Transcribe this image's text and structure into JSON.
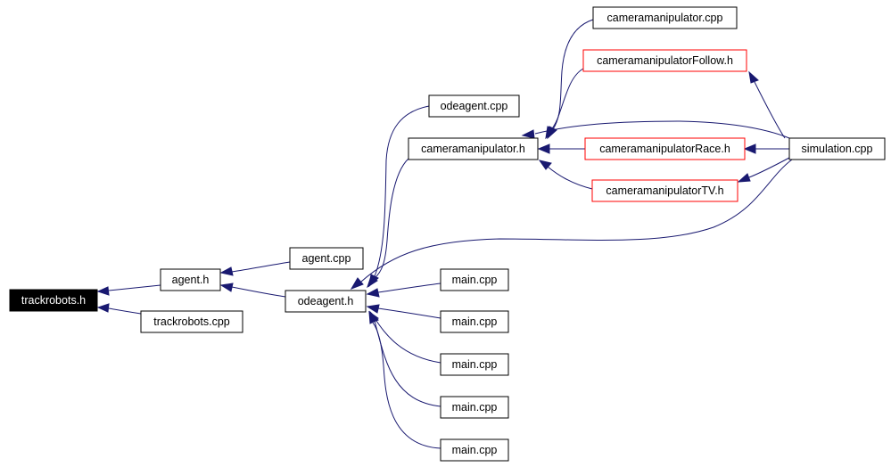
{
  "diagram": {
    "edge_color": "#191970",
    "nodes": [
      {
        "id": "trackrobots_h",
        "label": "trackrobots.h",
        "style": "root"
      },
      {
        "id": "agent_h",
        "label": "agent.h",
        "style": "normal"
      },
      {
        "id": "trackrobots_cpp",
        "label": "trackrobots.cpp",
        "style": "normal"
      },
      {
        "id": "agent_cpp",
        "label": "agent.cpp",
        "style": "normal"
      },
      {
        "id": "odeagent_h",
        "label": "odeagent.h",
        "style": "normal"
      },
      {
        "id": "odeagent_cpp",
        "label": "odeagent.cpp",
        "style": "normal"
      },
      {
        "id": "cameramanipulator_h",
        "label": "cameramanipulator.h",
        "style": "normal"
      },
      {
        "id": "cameramanipulator_cpp",
        "label": "cameramanipulator.cpp",
        "style": "normal"
      },
      {
        "id": "cameramanipulatorFollow_h",
        "label": "cameramanipulatorFollow.h",
        "style": "red"
      },
      {
        "id": "cameramanipulatorRace_h",
        "label": "cameramanipulatorRace.h",
        "style": "red"
      },
      {
        "id": "cameramanipulatorTV_h",
        "label": "cameramanipulatorTV.h",
        "style": "red"
      },
      {
        "id": "simulation_cpp",
        "label": "simulation.cpp",
        "style": "normal"
      },
      {
        "id": "main_cpp_1",
        "label": "main.cpp",
        "style": "normal"
      },
      {
        "id": "main_cpp_2",
        "label": "main.cpp",
        "style": "normal"
      },
      {
        "id": "main_cpp_3",
        "label": "main.cpp",
        "style": "normal"
      },
      {
        "id": "main_cpp_4",
        "label": "main.cpp",
        "style": "normal"
      },
      {
        "id": "main_cpp_5",
        "label": "main.cpp",
        "style": "normal"
      }
    ],
    "edges": [
      {
        "from": "agent_h",
        "to": "trackrobots_h"
      },
      {
        "from": "trackrobots_cpp",
        "to": "trackrobots_h"
      },
      {
        "from": "agent_cpp",
        "to": "agent_h"
      },
      {
        "from": "odeagent_h",
        "to": "agent_h"
      },
      {
        "from": "odeagent_cpp",
        "to": "odeagent_h"
      },
      {
        "from": "cameramanipulator_h",
        "to": "odeagent_h"
      },
      {
        "from": "simulation_cpp",
        "to": "odeagent_h"
      },
      {
        "from": "main_cpp_1",
        "to": "odeagent_h"
      },
      {
        "from": "main_cpp_2",
        "to": "odeagent_h"
      },
      {
        "from": "main_cpp_3",
        "to": "odeagent_h"
      },
      {
        "from": "main_cpp_4",
        "to": "odeagent_h"
      },
      {
        "from": "main_cpp_5",
        "to": "odeagent_h"
      },
      {
        "from": "cameramanipulator_cpp",
        "to": "cameramanipulator_h"
      },
      {
        "from": "cameramanipulatorFollow_h",
        "to": "cameramanipulator_h"
      },
      {
        "from": "simulation_cpp",
        "to": "cameramanipulator_h"
      },
      {
        "from": "cameramanipulatorRace_h",
        "to": "cameramanipulator_h"
      },
      {
        "from": "cameramanipulatorTV_h",
        "to": "cameramanipulator_h"
      },
      {
        "from": "simulation_cpp",
        "to": "cameramanipulatorFollow_h"
      },
      {
        "from": "simulation_cpp",
        "to": "cameramanipulatorRace_h"
      },
      {
        "from": "simulation_cpp",
        "to": "cameramanipulatorTV_h"
      }
    ]
  }
}
